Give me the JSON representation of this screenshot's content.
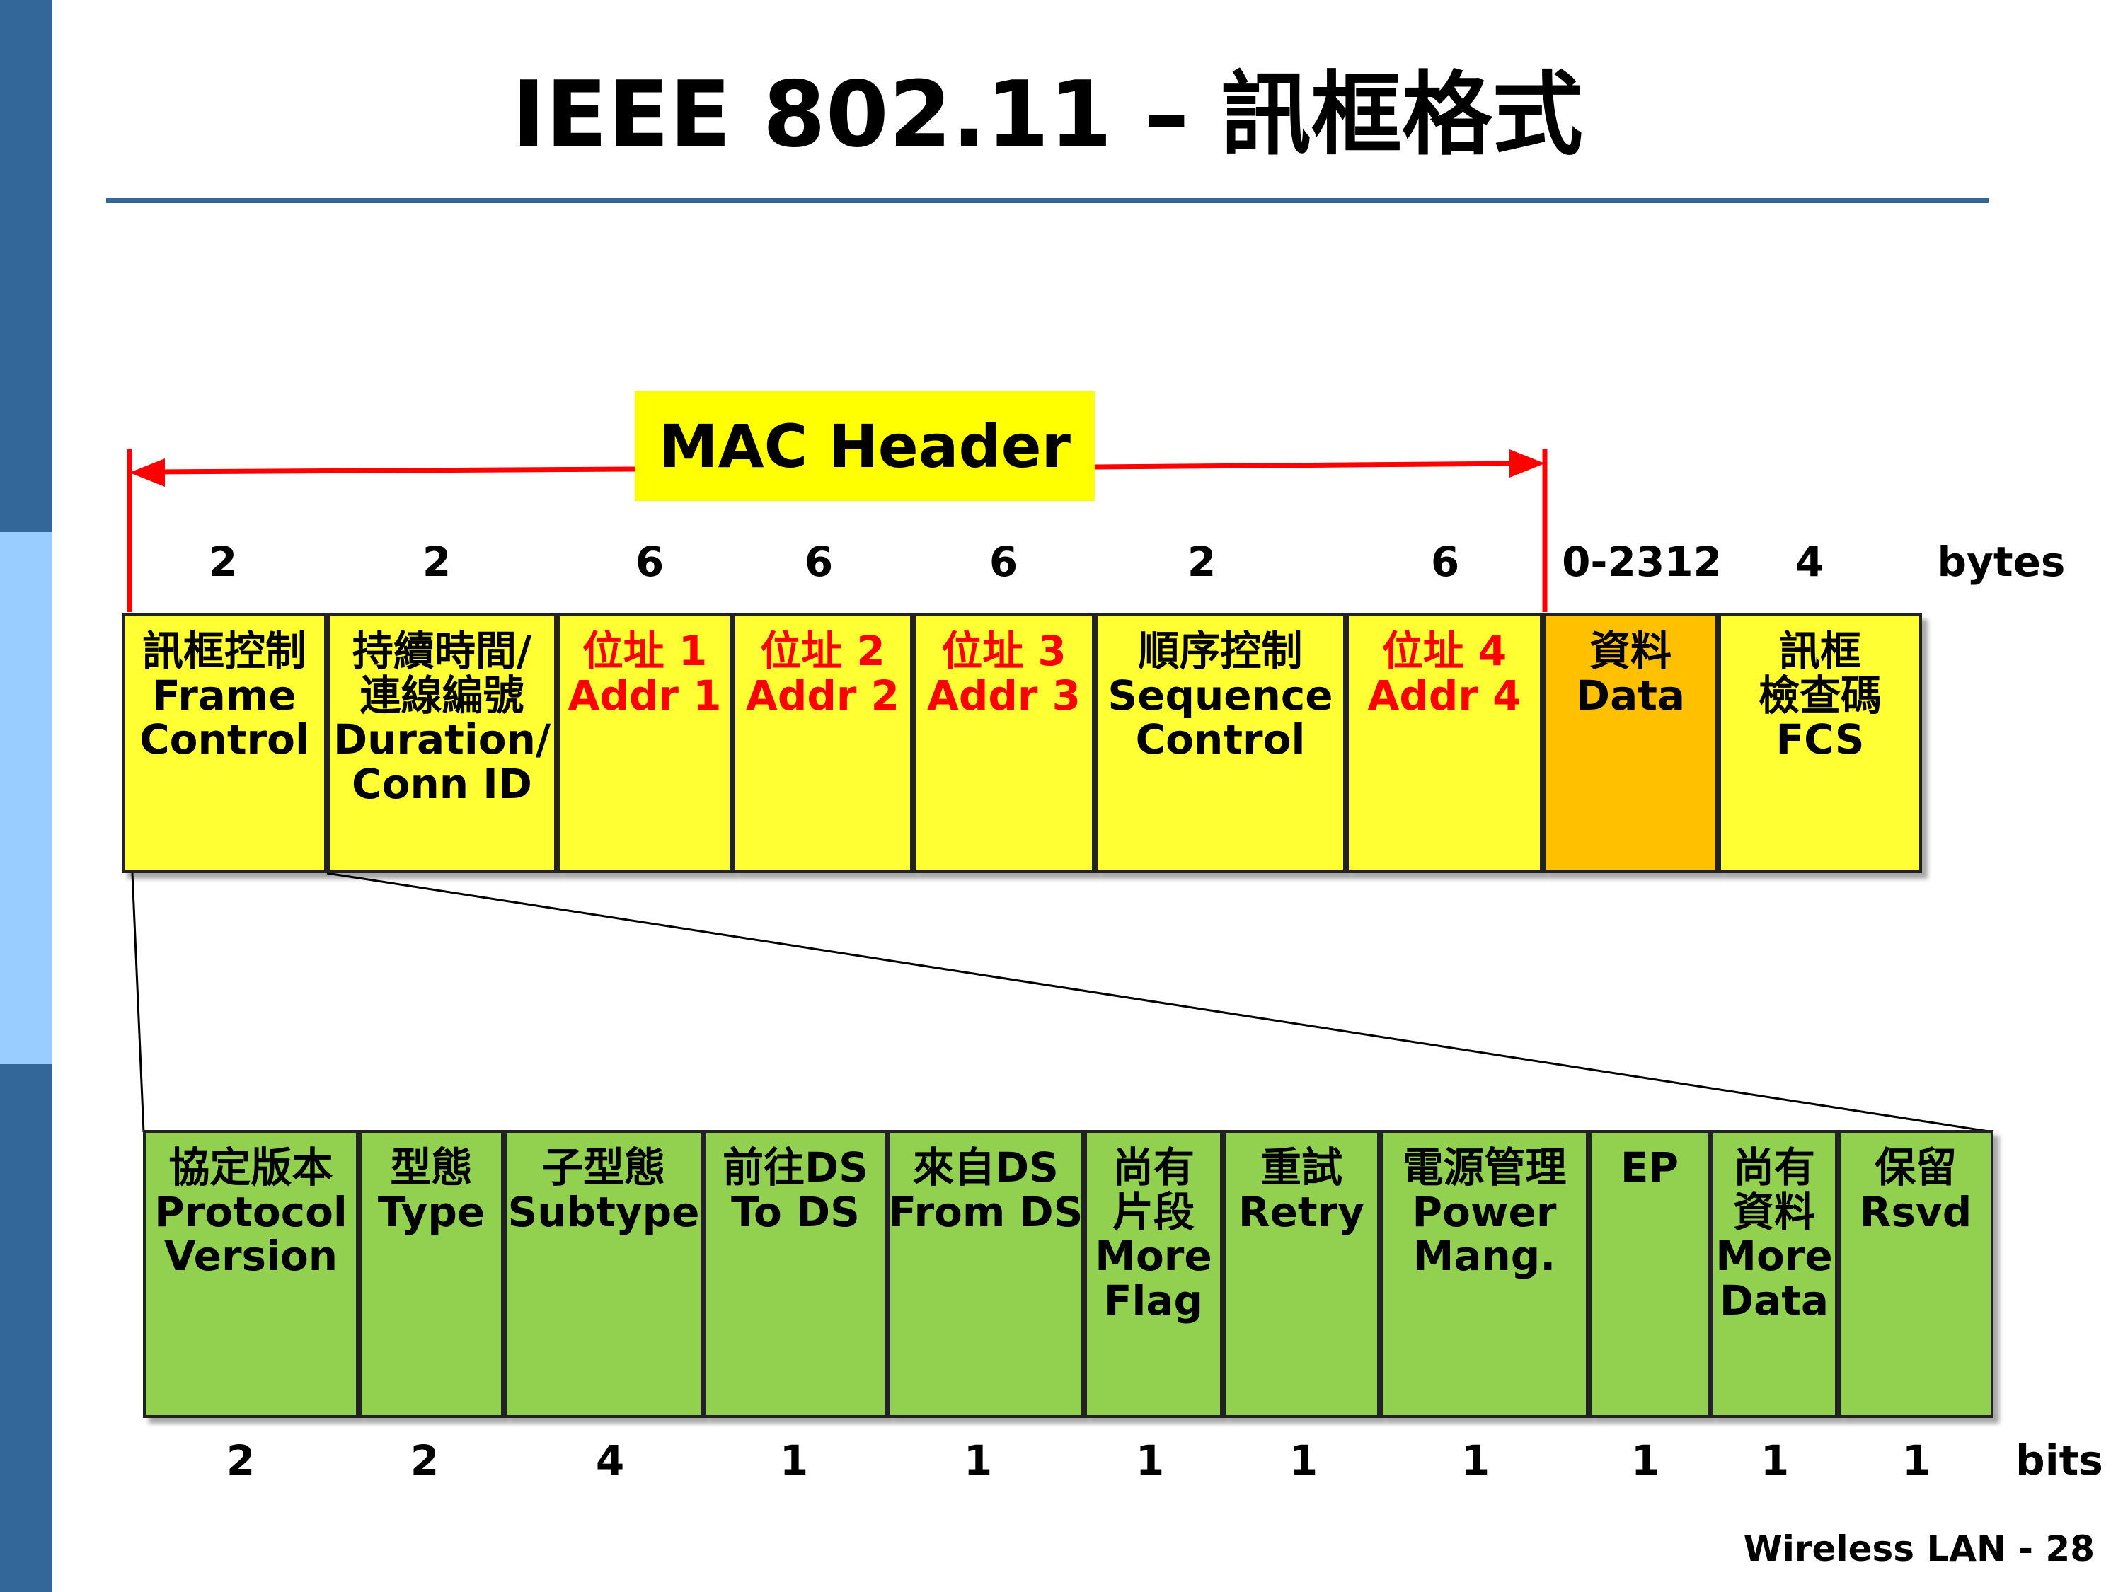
{
  "title": "IEEE 802.11 – 訊框格式",
  "mac_header_label": "MAC Header",
  "byte_sizes": [
    "2",
    "2",
    "6",
    "6",
    "6",
    "2",
    "6",
    "0-2312",
    "4",
    "bytes"
  ],
  "frame_fields": [
    {
      "zh": "訊框控制",
      "en1": "Frame",
      "en2": "Control",
      "en3": ""
    },
    {
      "zh": "持續時間/",
      "en1": "連線編號",
      "en2": "Duration/",
      "en3": "Conn ID"
    },
    {
      "zh": "位址 1",
      "en1": "Addr 1",
      "en2": "",
      "en3": ""
    },
    {
      "zh": "位址 2",
      "en1": "Addr 2",
      "en2": "",
      "en3": ""
    },
    {
      "zh": "位址 3",
      "en1": "Addr 3",
      "en2": "",
      "en3": ""
    },
    {
      "zh": "順序控制",
      "en1": "Sequence",
      "en2": "Control",
      "en3": ""
    },
    {
      "zh": "位址 4",
      "en1": "Addr 4",
      "en2": "",
      "en3": ""
    },
    {
      "zh": "資料",
      "en1": "Data",
      "en2": "",
      "en3": ""
    },
    {
      "zh": "訊框",
      "en1": "檢查碼",
      "en2": "FCS",
      "en3": ""
    }
  ],
  "control_fields": [
    {
      "l1": "協定版本",
      "l2": "Protocol",
      "l3": "Version",
      "l4": ""
    },
    {
      "l1": "型態",
      "l2": "Type",
      "l3": "",
      "l4": ""
    },
    {
      "l1": "子型態",
      "l2": "Subtype",
      "l3": "",
      "l4": ""
    },
    {
      "l1": "前往DS",
      "l2": "To DS",
      "l3": "",
      "l4": ""
    },
    {
      "l1": "來自DS",
      "l2": "From DS",
      "l3": "",
      "l4": ""
    },
    {
      "l1": "尚有",
      "l2": "片段",
      "l3": "More",
      "l4": "Flag"
    },
    {
      "l1": "重試",
      "l2": "Retry",
      "l3": "",
      "l4": ""
    },
    {
      "l1": "電源管理",
      "l2": "Power",
      "l3": "Mang.",
      "l4": ""
    },
    {
      "l1": "EP",
      "l2": "",
      "l3": "",
      "l4": ""
    },
    {
      "l1": "尚有",
      "l2": "資料",
      "l3": "More",
      "l4": "Data"
    },
    {
      "l1": "保留",
      "l2": "Rsvd",
      "l3": "",
      "l4": ""
    }
  ],
  "bit_sizes": [
    "2",
    "2",
    "4",
    "1",
    "1",
    "1",
    "1",
    "1",
    "1",
    "1",
    "1",
    "bits"
  ],
  "footer": "Wireless LAN - 28",
  "colors": {
    "sidebar_dark": "#336699",
    "sidebar_light": "#99CCFF",
    "header_cell": "#FFFF33",
    "data_cell": "#FFC000",
    "control_cell": "#92D050",
    "address_text": "#FF0000",
    "arrow": "#FF0000"
  }
}
